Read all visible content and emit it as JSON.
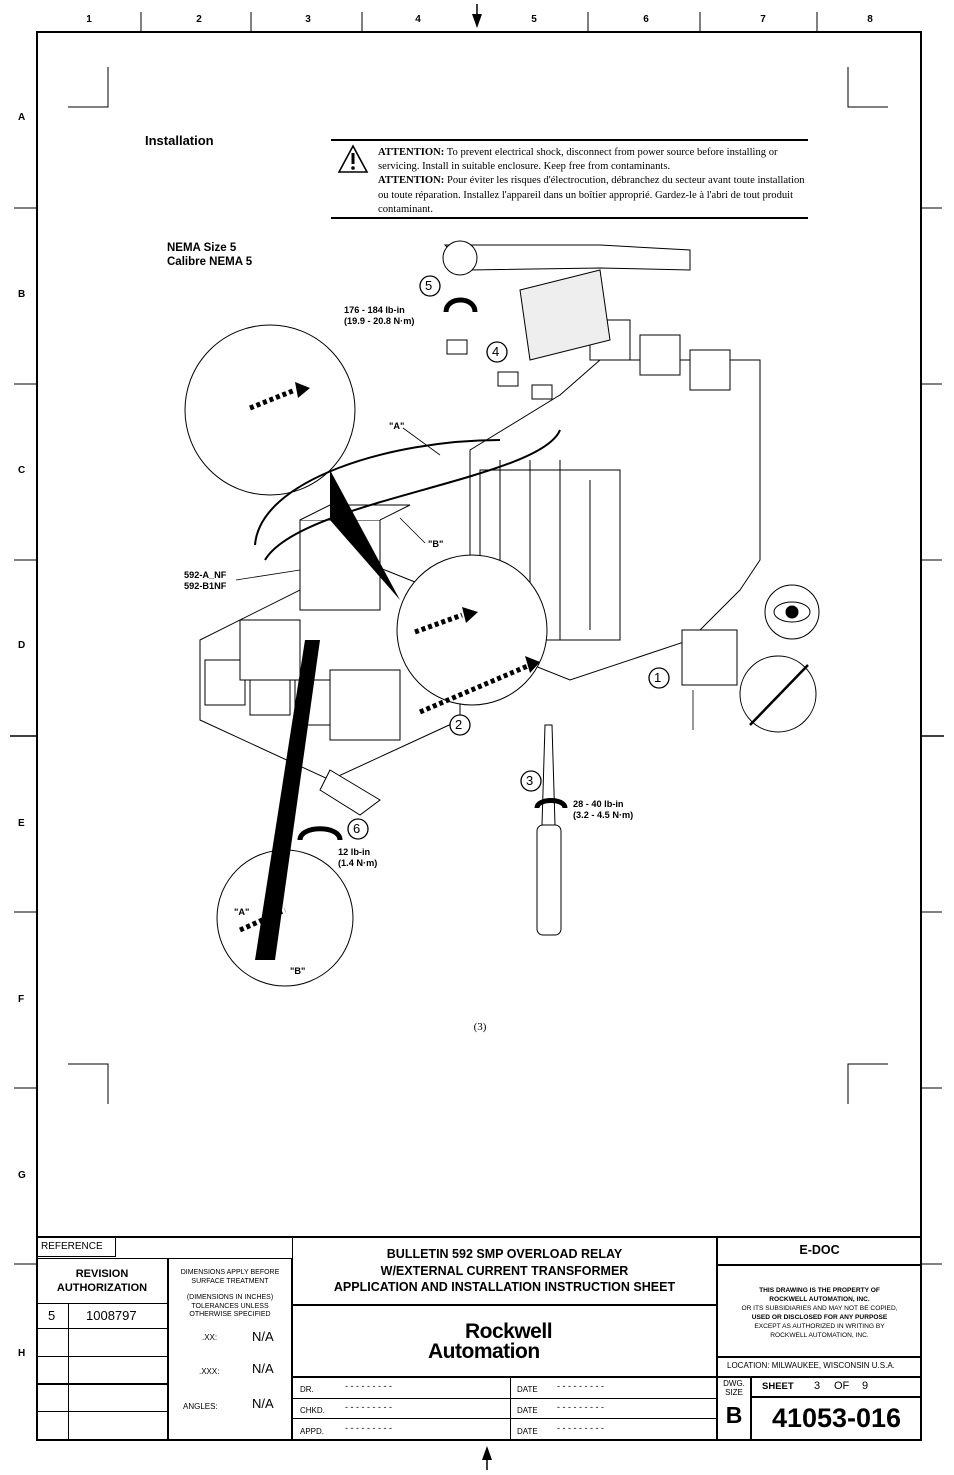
{
  "zones": {
    "numbers": [
      "1",
      "2",
      "3",
      "4",
      "5",
      "6",
      "7",
      "8"
    ],
    "letters": [
      "A",
      "B",
      "C",
      "D",
      "E",
      "F",
      "G",
      "H"
    ]
  },
  "section_title": "Installation",
  "attention": {
    "en_label": "ATTENTION:",
    "en_text": " To prevent electrical shock, disconnect from power source before installing or servicing.  Install in suitable enclosure.  Keep free from contaminants.",
    "fr_label": "ATTENTION:",
    "fr_text": " Pour éviter les risques d'électrocution, débranchez du secteur avant toute installation ou toute réparation.  Installez l'appareil dans un boîtier approprié.  Gardez-le à l'abri de tout produit contaminant."
  },
  "nema": {
    "line1": "NEMA Size 5",
    "line2": "Calibre NEMA 5"
  },
  "labels": {
    "torque5_line1": "176 - 184 lb-in",
    "torque5_line2": "(19.9 - 20.8 N·m)",
    "a_label": "\"A\"",
    "b_label": "\"B\"",
    "model_line1": "592-A_NF",
    "model_line2": "592-B1NF",
    "torque3_line1": "28 - 40 lb-in",
    "torque3_line2": "(3.2 - 4.5 N·m)",
    "torque6_line1": "12 lb-in",
    "torque6_line2": "(1.4 N·m)",
    "detail_a": "\"A\"",
    "detail_b": "\"B\""
  },
  "steps": [
    "1",
    "2",
    "3",
    "4",
    "5",
    "6"
  ],
  "page_number": "(3)",
  "title_block": {
    "reference": "REFERENCE",
    "revision_authorization": [
      "REVISION",
      "AUTHORIZATION"
    ],
    "revision": "5",
    "authorization_number": "1008797",
    "dimensions_note": [
      "DIMENSIONS APPLY BEFORE",
      "SURFACE TREATMENT",
      "(DIMENSIONS IN INCHES)",
      "TOLERANCES UNLESS",
      "OTHERWISE SPECIFIED"
    ],
    "tol_xx_label": ".XX:",
    "tol_xx_value": "N/A",
    "tol_xxx_label": ".XXX:",
    "tol_xxx_value": "N/A",
    "angles_label": "ANGLES:",
    "angles_value": "N/A",
    "title_lines": [
      "BULLETIN 592 SMP OVERLOAD RELAY",
      "W/EXTERNAL CURRENT TRANSFORMER",
      "APPLICATION AND INSTALLATION INSTRUCTION SHEET"
    ],
    "logo_line1": "Rockwell",
    "logo_line2": "Automation",
    "dr_label": "DR.",
    "chkd_label": "CHKD.",
    "appd_label": "APPD.",
    "date_label": "DATE",
    "dashes": "- - - - - - - - -",
    "edoc": "E-DOC",
    "property_lines": [
      "THIS DRAWING IS THE PROPERTY OF",
      "ROCKWELL AUTOMATION, INC.",
      "OR ITS SUBSIDIARIES AND MAY NOT BE COPIED,",
      "USED OR DISCLOSED FOR ANY PURPOSE",
      "EXCEPT AS AUTHORIZED IN WRITING BY",
      "ROCKWELL AUTOMATION, INC."
    ],
    "location": "LOCATION:  MILWAUKEE,  WISCONSIN  U.S.A.",
    "dwg_size_label": [
      "DWG.",
      "SIZE"
    ],
    "dwg_size": "B",
    "sheet_label": "SHEET",
    "sheet_num": "3",
    "sheet_of": "OF",
    "sheet_total": "9",
    "drawing_number": "41053-016"
  }
}
